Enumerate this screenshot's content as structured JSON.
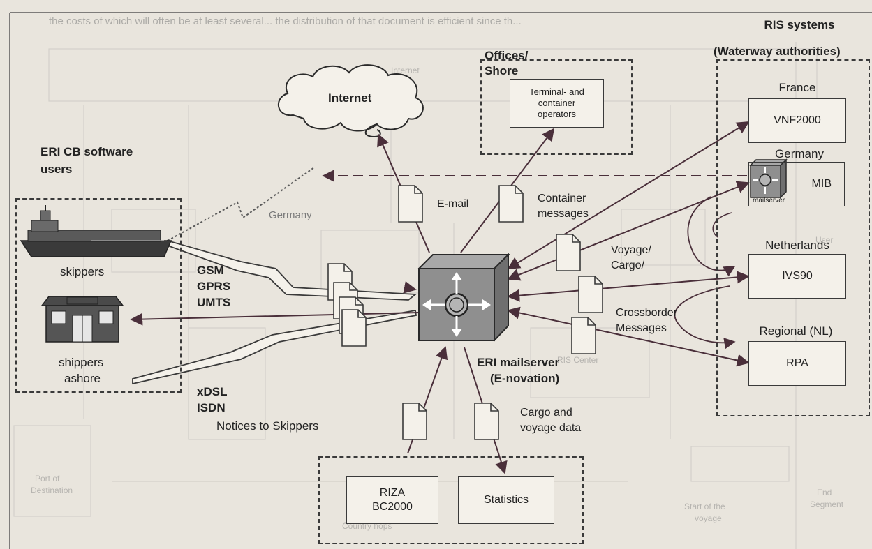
{
  "header_text": "the costs of which will often be at least several... the distribution of that document is efficient since th...",
  "ris": {
    "title_line1": "RIS systems",
    "title_line2": "(Waterway authorities)",
    "france": {
      "country": "France",
      "system": "VNF2000"
    },
    "germany": {
      "country": "Germany",
      "system": "MIB",
      "icon_label": "mailserver"
    },
    "netherlands": {
      "country": "Netherlands",
      "system": "IVS90"
    },
    "regional": {
      "country": "Regional (NL)",
      "system": "RPA"
    }
  },
  "internet": "Internet",
  "offices": {
    "title_line1": "Offices/",
    "title_line2": "Shore",
    "box_line1": "Terminal- and",
    "box_line2": "container",
    "box_line3": "operators"
  },
  "users": {
    "title_line1": "ERI CB software",
    "title_line2": "users",
    "skippers": "skippers",
    "shippers_line1": "shippers",
    "shippers_line2": "ashore"
  },
  "germany_link": "Germany",
  "gsm": {
    "line1": "GSM",
    "line2": "GPRS",
    "line3": "UMTS"
  },
  "xdsl": {
    "line1": "xDSL",
    "line2": "ISDN"
  },
  "notices": "Notices to Skippers",
  "email": "E-mail",
  "container_msgs": {
    "line1": "Container",
    "line2": "messages"
  },
  "voyage_cargo": {
    "line1": "Voyage/",
    "line2": "Cargo/"
  },
  "crossborder": {
    "line1": "Crossborder",
    "line2": "Messages"
  },
  "mailserver": {
    "line1": "ERI mailserver",
    "line2": "(E-novation)"
  },
  "cargo_voyage": {
    "line1": "Cargo and",
    "line2": "voyage data"
  },
  "bottom": {
    "riza_line1": "RIZA",
    "riza_line2": "BC2000",
    "statistics": "Statistics"
  },
  "faded": {
    "labels": [
      "Internet",
      "User",
      "Port of",
      "Destination",
      "Start of the",
      "voyage",
      "End",
      "Segment",
      "Country hops",
      "RIS Center"
    ]
  },
  "colors": {
    "background": "#e9e5dd",
    "arrow": "#4a2f3a",
    "box_border": "#3a3a3a",
    "cube_face": "#8f8f8f"
  }
}
